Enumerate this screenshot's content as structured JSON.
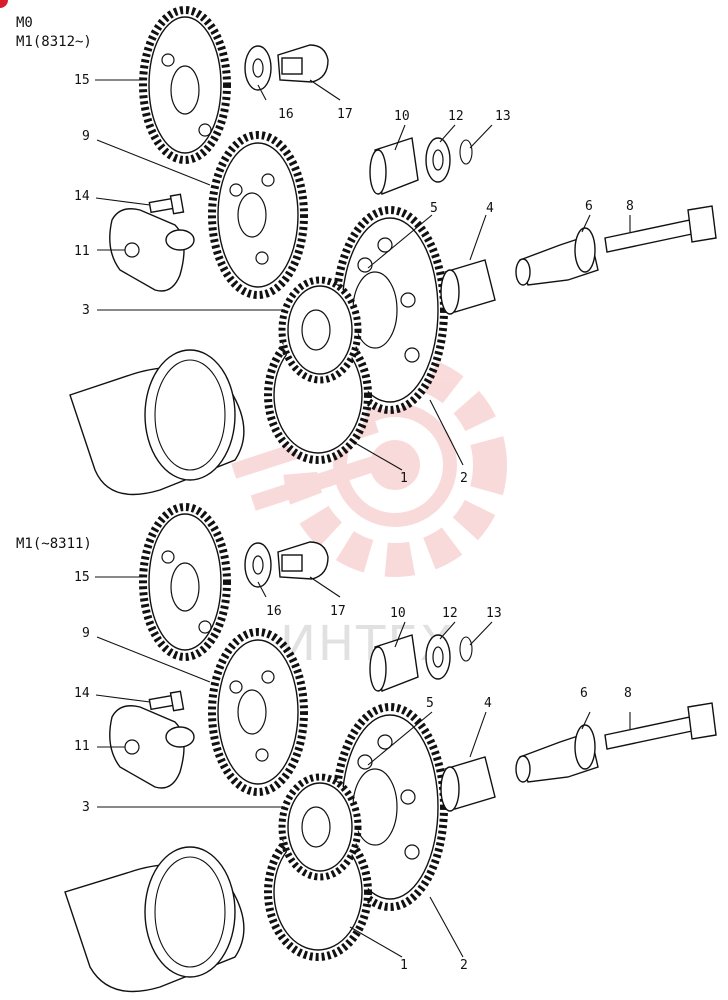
{
  "headers": {
    "top_line1": "M0",
    "top_line2": "M1(8312~)",
    "bottom": "M1(~8311)"
  },
  "watermark": {
    "text": "ИНТЕХ",
    "color": "#e85a5a"
  },
  "callouts_top": [
    "15",
    "16",
    "17",
    "9",
    "10",
    "12",
    "13",
    "14",
    "11",
    "5",
    "4",
    "6",
    "8",
    "3",
    "1",
    "2"
  ],
  "callouts_bottom": [
    "15",
    "16",
    "17",
    "9",
    "10",
    "12",
    "13",
    "14",
    "11",
    "5",
    "4",
    "6",
    "8",
    "3",
    "1",
    "2"
  ],
  "badge_color": "#d91e2b"
}
